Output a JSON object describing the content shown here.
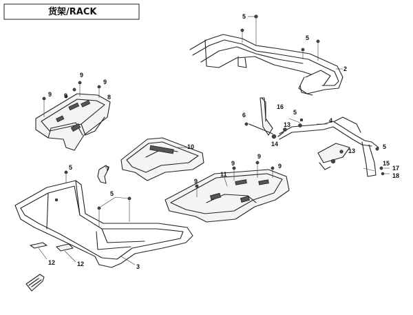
{
  "title": "货架/RACK",
  "callouts": {
    "c1": "5",
    "c2": "5",
    "c3": "2",
    "c4": "9",
    "c5": "9",
    "c6": "9",
    "c7": "9",
    "c8": "8",
    "c9": "16",
    "c10": "6",
    "c11": "5",
    "c12": "13",
    "c13": "14",
    "c14": "4",
    "c15": "7",
    "c16": "10",
    "c17": "13",
    "c18": "5",
    "c19": "15",
    "c20": "17",
    "c21": "18",
    "c22": "5",
    "c23": "5",
    "c24": "9",
    "c25": "9",
    "c26": "9",
    "c27": "9",
    "c28": "11",
    "c29": "12",
    "c30": "12",
    "c31": "3"
  }
}
